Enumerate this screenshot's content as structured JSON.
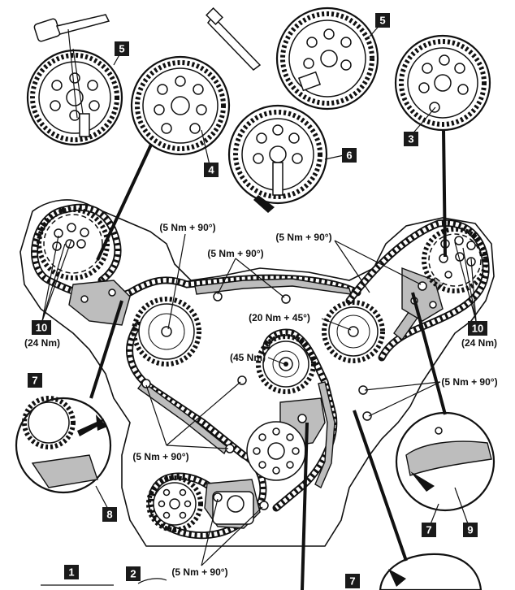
{
  "callouts": {
    "c1": "1",
    "c2": "2",
    "c3": "3",
    "c4": "4",
    "c5a": "5",
    "c5b": "5",
    "c6": "6",
    "c7a": "7",
    "c7b": "7",
    "c7c": "7",
    "c8": "8",
    "c9": "9",
    "c10a": "10",
    "c10b": "10"
  },
  "torques": {
    "left_cam": "(24 Nm)",
    "right_cam": "(24 Nm)",
    "idler_left": "(5 Nm + 90°)",
    "guide_upper": "(5 Nm + 90°)",
    "guide_right_top": "(5 Nm + 90°)",
    "idler_right": "(20 Nm + 45°)",
    "crank": "(45 Nm)",
    "tensioner_right": "(5 Nm + 90°)",
    "guide_left_lower": "(5 Nm + 90°)",
    "bottom": "(5 Nm + 90°)"
  }
}
